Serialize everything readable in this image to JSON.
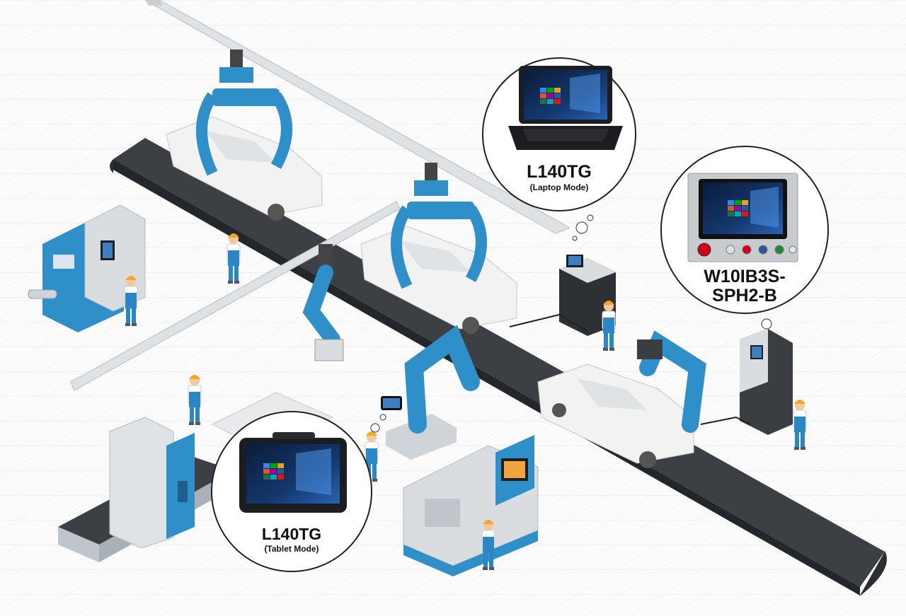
{
  "callouts": {
    "laptop": {
      "title": "L140TG",
      "subtitle": "(Laptop Mode)"
    },
    "panel": {
      "title_line1": "W10IB3S-",
      "title_line2": "SPH2-B"
    },
    "tablet": {
      "title": "L140TG",
      "subtitle": "(Tablet Mode)"
    }
  },
  "colors": {
    "machine_blue": "#2f8fc9",
    "worker_blue": "#2a86c4",
    "helmet_orange": "#f5a623",
    "conveyor_dark": "#3c4045",
    "car_white": "#f2f2f2",
    "metal_grey": "#d9dde0"
  }
}
